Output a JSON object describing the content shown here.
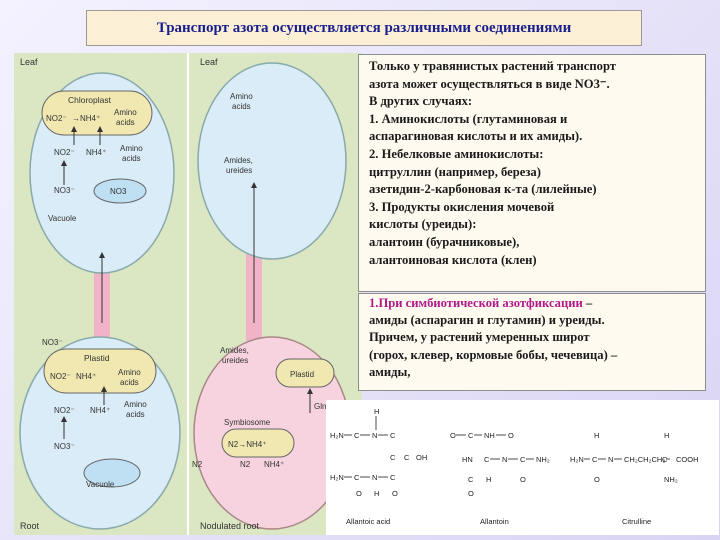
{
  "title": "Транспорт азота осуществляется различными соединениями",
  "diagram": {
    "leaf_label_left": "Leaf",
    "leaf_label_right": "Leaf",
    "root_label_left": "Root",
    "root_label_right": "Nodulated root",
    "chloroplast": "Chloroplast",
    "plastid_top": "Plastid",
    "plastid_right": "Plastid",
    "no2": "NO2⁻",
    "nh4": "NH4⁺",
    "no3": "NO3⁻",
    "amino_acids": "Amino acids",
    "vacuole": "Vacuole",
    "amides_ureides": "Amides, ureides",
    "symbiosome": "Symbiosome",
    "n2": "N2",
    "gln": "Gln"
  },
  "text_box_1": {
    "lines": [
      "Только у травянистых растений транспорт",
      "азота может осуществляться в виде NO3⁻.",
      "В других случаях:",
      "1. Аминокислоты (глутаминовая и",
      "аспарагиновая кислоты и их амиды).",
      "2. Небелковые аминокислоты:",
      "цитруллин (например, береза)",
      "азетидин-2-карбоновая к-та (лилейные)",
      "3. Продукты окисления мочевой",
      "кислоты (уреиды):",
      "алантоин (бурачниковые),",
      "алантоиновая кислота (клен)"
    ]
  },
  "text_box_2": {
    "line1_magenta": "1.При симбиотической азотфиксации",
    "line1_rest": " –",
    "lines": [
      "амиды (аспарагин и глутамин) и уреиды.",
      "Причем, у растений умеренных широт",
      "(горох, клевер, кормовые бобы, чечевица) –",
      "амиды,"
    ]
  },
  "structures": {
    "allantoic_acid": "Allantoic acid",
    "allantoin": "Allantoin",
    "citrulline": "Citrulline"
  }
}
